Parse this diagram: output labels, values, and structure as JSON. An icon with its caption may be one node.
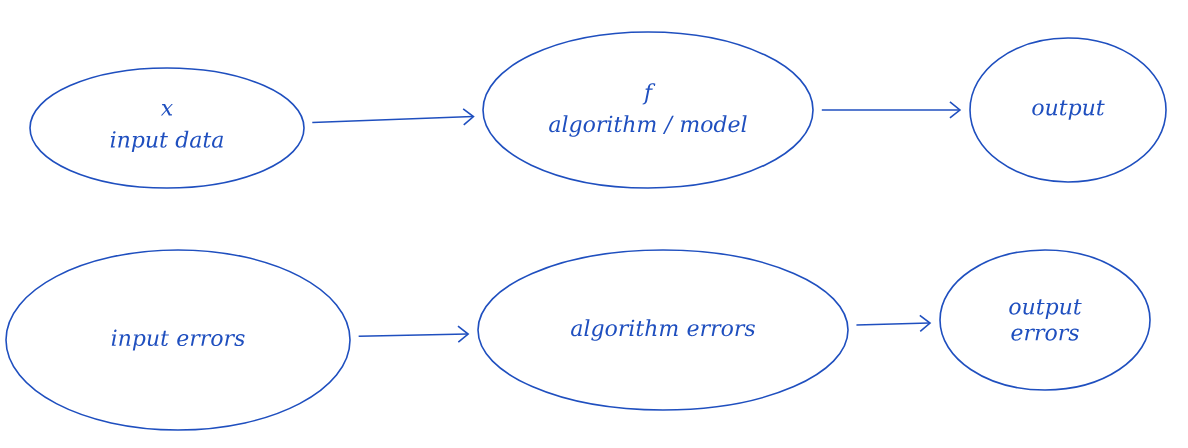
{
  "diagram": {
    "nodes": [
      {
        "text": [
          "x",
          "input data"
        ]
      },
      {
        "text": [
          "f",
          "algorithm / model"
        ]
      },
      {
        "text": [
          "output"
        ]
      },
      {
        "text": [
          "input errors"
        ]
      },
      {
        "text": [
          "algorithm errors"
        ]
      },
      {
        "text": [
          "output errors"
        ]
      }
    ],
    "edges": [
      {
        "from": 0,
        "to": 1,
        "arrow": "to"
      },
      {
        "from": 1,
        "to": 2,
        "arrow": "to"
      },
      {
        "from": 3,
        "to": 4,
        "arrow": "to"
      },
      {
        "from": 4,
        "to": 5,
        "arrow": "to"
      }
    ]
  }
}
